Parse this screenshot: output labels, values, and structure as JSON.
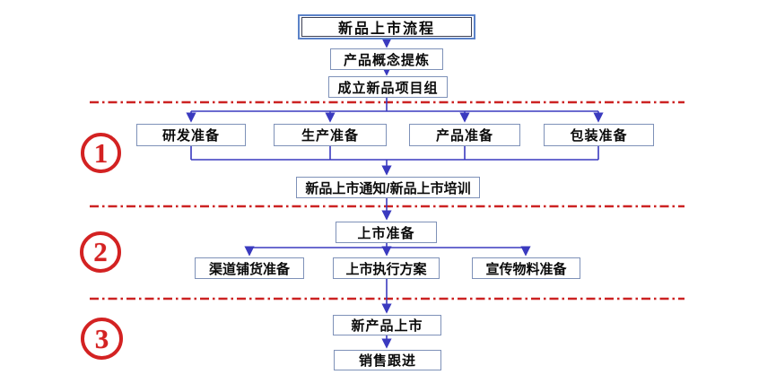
{
  "flowchart": {
    "title_box": "新品上市流程",
    "nodes": {
      "concept": "产品概念提炼",
      "team": "成立新品项目组",
      "rd": "研发准备",
      "production": "生产准备",
      "product": "产品准备",
      "packaging": "包装准备",
      "notify": "新品上市通知/新品上市培训",
      "listing_prep": "上市准备",
      "channel": "渠道铺货准备",
      "execution": "上市执行方案",
      "materials": "宣传物料准备",
      "launch": "新产品上市",
      "sales": "销售跟进"
    },
    "stages": [
      {
        "number": "1"
      },
      {
        "number": "2"
      },
      {
        "number": "3"
      }
    ],
    "colors": {
      "box_border": "#7e91b8",
      "title_border": "#5b82c8",
      "connector": "#3a3abf",
      "divider": "#cc2222",
      "stage_number": "#d32222",
      "text": "#0a0a0a",
      "background": "#ffffff"
    }
  }
}
